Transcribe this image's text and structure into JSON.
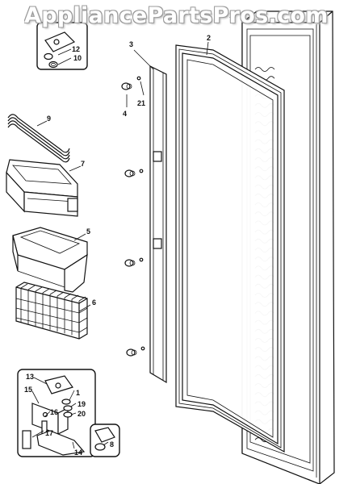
{
  "watermark": "AppliancePartsPros.com",
  "callouts": {
    "c1": "1",
    "c2": "2",
    "c3": "3",
    "c4": "4",
    "c5": "5",
    "c6": "6",
    "c7": "7",
    "c8": "8",
    "c9": "9",
    "c10": "10",
    "c12": "12",
    "c13": "13",
    "c14": "14",
    "c15": "15",
    "c16": "16",
    "c17": "17",
    "c19": "19",
    "c20": "20",
    "c21": "21",
    "c1b": "1"
  },
  "colors": {
    "line": "#111111",
    "paper": "#ffffff",
    "watermark_outline": "#9a9a9a"
  }
}
